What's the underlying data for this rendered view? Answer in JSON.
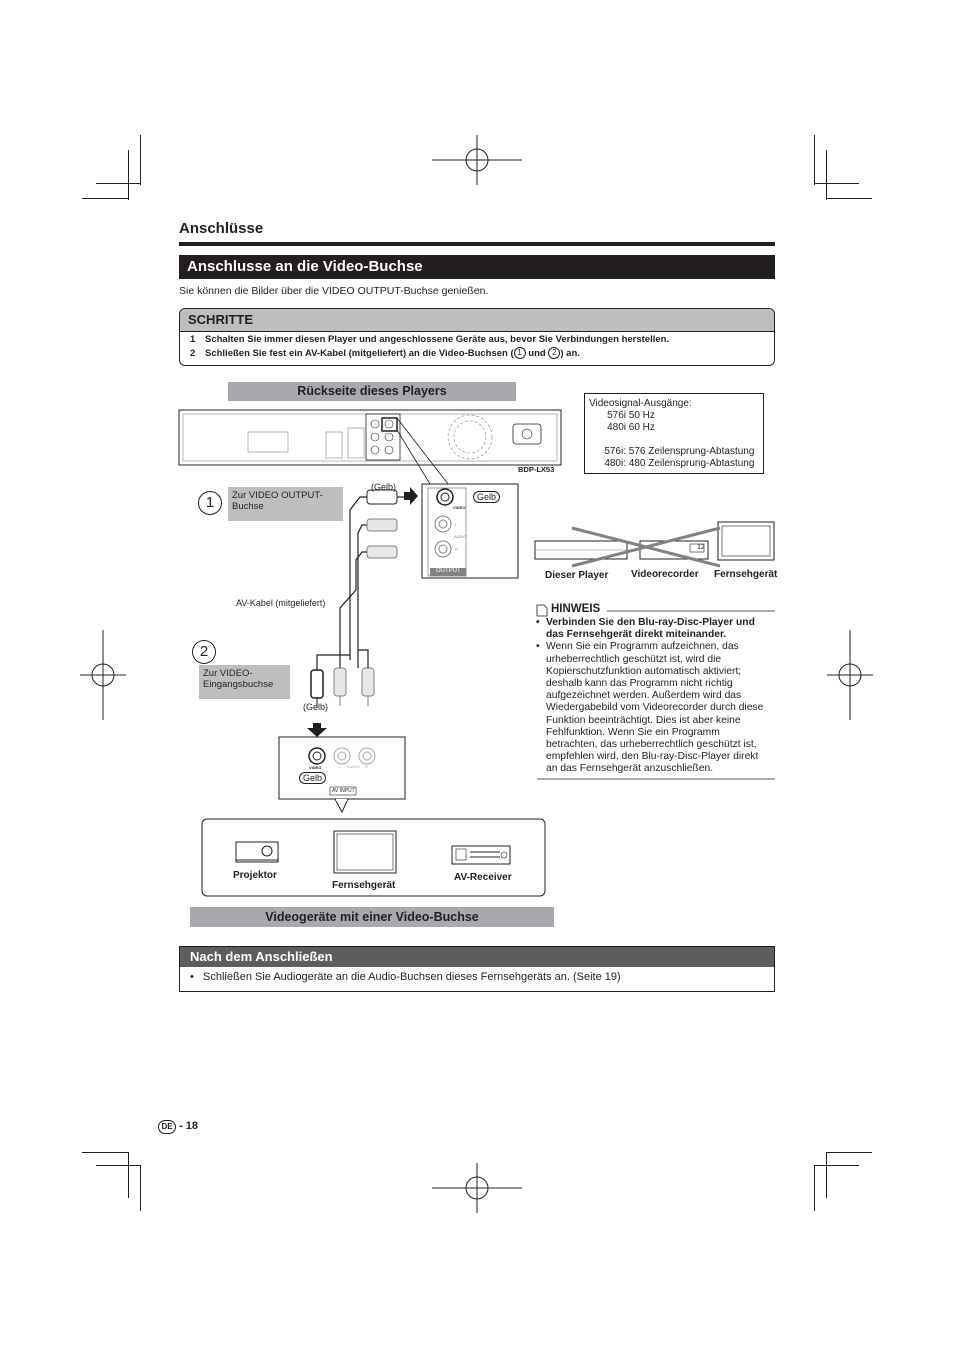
{
  "section": "Anschlüsse",
  "title": "Anschlusse an die Video-Buchse",
  "intro": "Sie können die Bilder über die VIDEO OUTPUT-Buchse genießen.",
  "steps": {
    "heading": "SCHRITTE",
    "items": [
      {
        "num": "1",
        "text": "Schalten Sie immer diesen Player und angeschlossene Geräte aus, bevor Sie Verbindungen herstellen."
      },
      {
        "num": "2",
        "text_a": "Schließen Sie fest ein AV-Kabel (mitgeliefert) an die Video-Buchsen (",
        "c1": "1",
        "text_b": " und ",
        "c2": "2",
        "text_c": ") an."
      }
    ]
  },
  "diagram": {
    "rear_panel_title": "Rückseite dieses Players",
    "model": "BDP-LX53",
    "step1_marker": "1",
    "step2_marker": "2",
    "label_out": "Zur VIDEO OUTPUT-Buchse",
    "label_in": "Zur VIDEO-Eingangsbuchse",
    "gelb_paren_top": "(Gelb)",
    "gelb_paren_bottom": "(Gelb)",
    "gelb_top": "Gelb",
    "gelb_bottom": "Gelb",
    "cable": "AV-Kabel (mitgeliefert)",
    "jack_video": "VIDEO",
    "jack_audio": "AUDIO",
    "jack_l": "L",
    "jack_r": "R",
    "output": "OUTPUT",
    "av_input": "AV INPUT",
    "devices": {
      "projector": "Projektor",
      "tv": "Fernsehgerät",
      "receiver": "AV-Receiver"
    },
    "devices_title": "Videogeräte mit einer Video-Buchse"
  },
  "video_signals": {
    "heading": "Videosignal-Ausgänge:",
    "rows": [
      {
        "a": "576i",
        "b": "50 Hz"
      },
      {
        "a": "480i",
        "b": "60 Hz"
      },
      {
        "a": "576i:",
        "b": "576 Zeilensprung-Abtastung"
      },
      {
        "a": "480i:",
        "b": "480 Zeilensprung-Abtastung"
      }
    ]
  },
  "chain": {
    "player": "Dieser Player",
    "recorder": "Videorecorder",
    "tv": "Fernsehgerät",
    "recorder_display": "12"
  },
  "hinweis": {
    "title": "HINWEIS",
    "items": [
      "Verbinden Sie den Blu-ray-Disc-Player und das Fernsehgerät direkt miteinander.",
      "Wenn Sie ein Programm aufzeichnen, das urheberrechtlich geschützt ist, wird die Kopierschutzfunktion automatisch aktiviert; deshalb kann das Programm nicht richtig aufgezeichnet werden. Außerdem wird das Wiedergabebild vom Videorecorder durch diese Funktion beeinträchtigt. Dies ist aber keine Fehlfunktion. Wenn Sie ein Programm betrachten, das urheberrechtlich geschützt ist, empfehlen wird, den Blu-ray-Disc-Player direkt an das Fernsehgerät anzuschließen."
    ]
  },
  "after": {
    "heading": "Nach dem Anschließen",
    "text": "Schließen Sie Audiogeräte an die Audio-Buchsen dieses Fernsehgeräts an. (Seite 19)"
  },
  "page": {
    "lang": "DE",
    "sep": "-",
    "number": "18"
  }
}
